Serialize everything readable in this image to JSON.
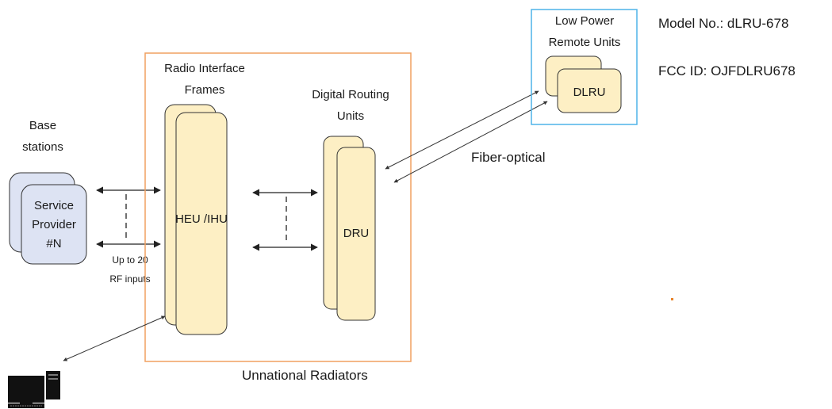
{
  "header_info": {
    "model_no": "Model No.: dLRU-678",
    "fcc_id": "FCC ID: OJFDLRU678"
  },
  "base_stations": {
    "title_line1": "Base",
    "title_line2": "stations",
    "box_line1": "Service",
    "box_line2": "Provider",
    "box_line3": "#N"
  },
  "rf_note": {
    "line1": "Up to 20",
    "line2": "RF inputs"
  },
  "radio_interface": {
    "title_line1": "Radio Interface",
    "title_line2": "Frames",
    "unit_label": "HEU /IHU"
  },
  "digital_routing": {
    "title_line1": "Digital Routing",
    "title_line2": "Units",
    "unit_label": "DRU"
  },
  "remote_units": {
    "title_line1": "Low Power",
    "title_line2": "Remote Units",
    "unit_label": "DLRU"
  },
  "fiber_label": "Fiber-optical",
  "enclosure_label": "Unnational Radiators",
  "icons": {
    "computer": "computer-icon"
  },
  "colors": {
    "enclosure_border": "#f0a060",
    "remote_border": "#4fb3e8",
    "unit_fill": "#fdefc4",
    "provider_fill": "#dde3f3"
  }
}
